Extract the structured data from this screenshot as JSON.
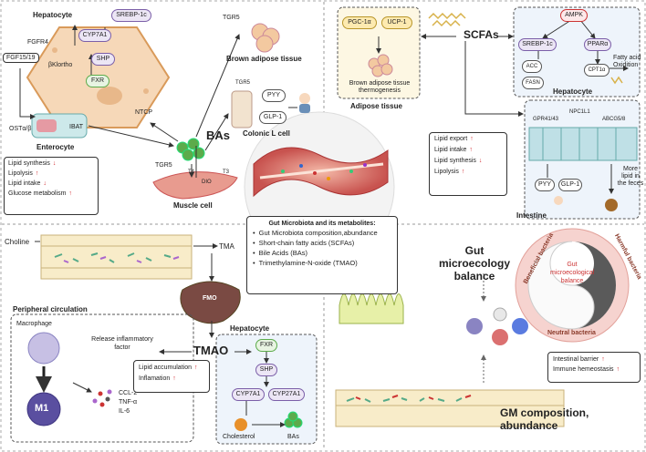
{
  "center_box": {
    "title": "Gut Microbiota and its metabolites:",
    "items": [
      "Gut Microbiota composition,abundance",
      "Short-chain fatty acids (SCFAs)",
      "Bile Acids (BAs)",
      "Trimethylamine-N-oxide (TMAO)"
    ]
  },
  "q1": {
    "hepatocyte": "Hepatocyte",
    "srebp": "SREBP-1c",
    "cyp7a1": "CYP7A1",
    "shp": "SHP",
    "fxr": "FXR",
    "fgfr4": "FGFR4",
    "fgf": "FGF15/19",
    "klotho": "βKlortho",
    "ntcp": "NTCP",
    "ost": "OSTα/β",
    "ibat": "IBAT",
    "enterocyte": "Enterocyte",
    "bas": "BAs",
    "tgr5_bat": "TGR5",
    "bat": "Brown adipose tissue",
    "tgr5_l": "TGR5",
    "pyy": "PYY",
    "glp1": "GLP-1",
    "lcell": "Colonic L cell",
    "tgr5_m": "TGR5",
    "t4": "T4",
    "dio": "DIO",
    "t3": "T3",
    "muscle": "Muscle cell",
    "effects": [
      {
        "label": "Lipid synthesis",
        "dir": "↓"
      },
      {
        "label": "Lipolysis",
        "dir": "↑"
      },
      {
        "label": "Lipid intake",
        "dir": "↓"
      },
      {
        "label": "Glucose metabolism",
        "dir": "↑"
      }
    ]
  },
  "q2": {
    "scfas": "SCFAs",
    "pgc": "PGC-1α",
    "ucp": "UCP-1",
    "bat_thermo": "Brown adipose tissue thermogenesis",
    "adipose": "Adipose tissue",
    "ampk": "AMPK",
    "srebp": "SREBP-1c",
    "ppar": "PPARα",
    "acc": "ACC",
    "fasn": "FASN",
    "cpt": "CPT1α",
    "fao": "Fatty acid Oxidition",
    "hepatocyte": "Hepatocyte",
    "gpr": "GPR41/43",
    "npc": "NPC1L1",
    "abcg": "ABCG5/8",
    "pyy": "PYY",
    "glp1": "GLP-1",
    "more_lipid": "More lipid in the feces",
    "intestine": "Intestine",
    "effects": [
      {
        "label": "Lipid export",
        "dir": "↑"
      },
      {
        "label": "Lipid intake",
        "dir": "↑"
      },
      {
        "label": "Lipid synthesis",
        "dir": "↓"
      },
      {
        "label": "Lipolysis",
        "dir": "↑"
      }
    ]
  },
  "q3": {
    "choline": "Choline",
    "tma": "TMA",
    "fmo": "FMO",
    "tmao": "TMAO",
    "peripheral": "Peripheral circulation",
    "macrophage": "Macrophage",
    "release": "Release inflammatory factor",
    "m1": "M1",
    "ccl2": "CCL-2",
    "tnf": "TNF-α",
    "il6": "IL-6",
    "hepatocyte": "Hepatocyte",
    "fxr": "FXR",
    "shp": "SHP",
    "cyp7a1": "CYP7A1",
    "cyp27a1": "CYP27A1",
    "cholesterol": "Cholesterol",
    "bas": "BAs",
    "effects": [
      {
        "label": "Lipid accumulation",
        "dir": "↑"
      },
      {
        "label": "Inflamation",
        "dir": "↑"
      }
    ]
  },
  "q4": {
    "balance_title": "Gut microecology balance",
    "beneficial": "Beneficial bacteria",
    "harmful": "Harmful bacteria",
    "neutral": "Neutral bacteria",
    "center": "Gut microecological balance",
    "gm_title": "GM  composition, abundance",
    "effects": [
      {
        "label": "Intestinal barrier",
        "dir": "↑"
      },
      {
        "label": "Immune hemeostasis",
        "dir": "↑"
      }
    ]
  },
  "colors": {
    "liver": "#f6d8b8",
    "liver_edge": "#d99a5a",
    "green": "#5cab4b",
    "purple_fill": "#ece6f5",
    "purple_edge": "#7b5fa8",
    "red": "#d0282e",
    "intestine": "#c8534f",
    "blue_panel": "#eef4fb"
  }
}
